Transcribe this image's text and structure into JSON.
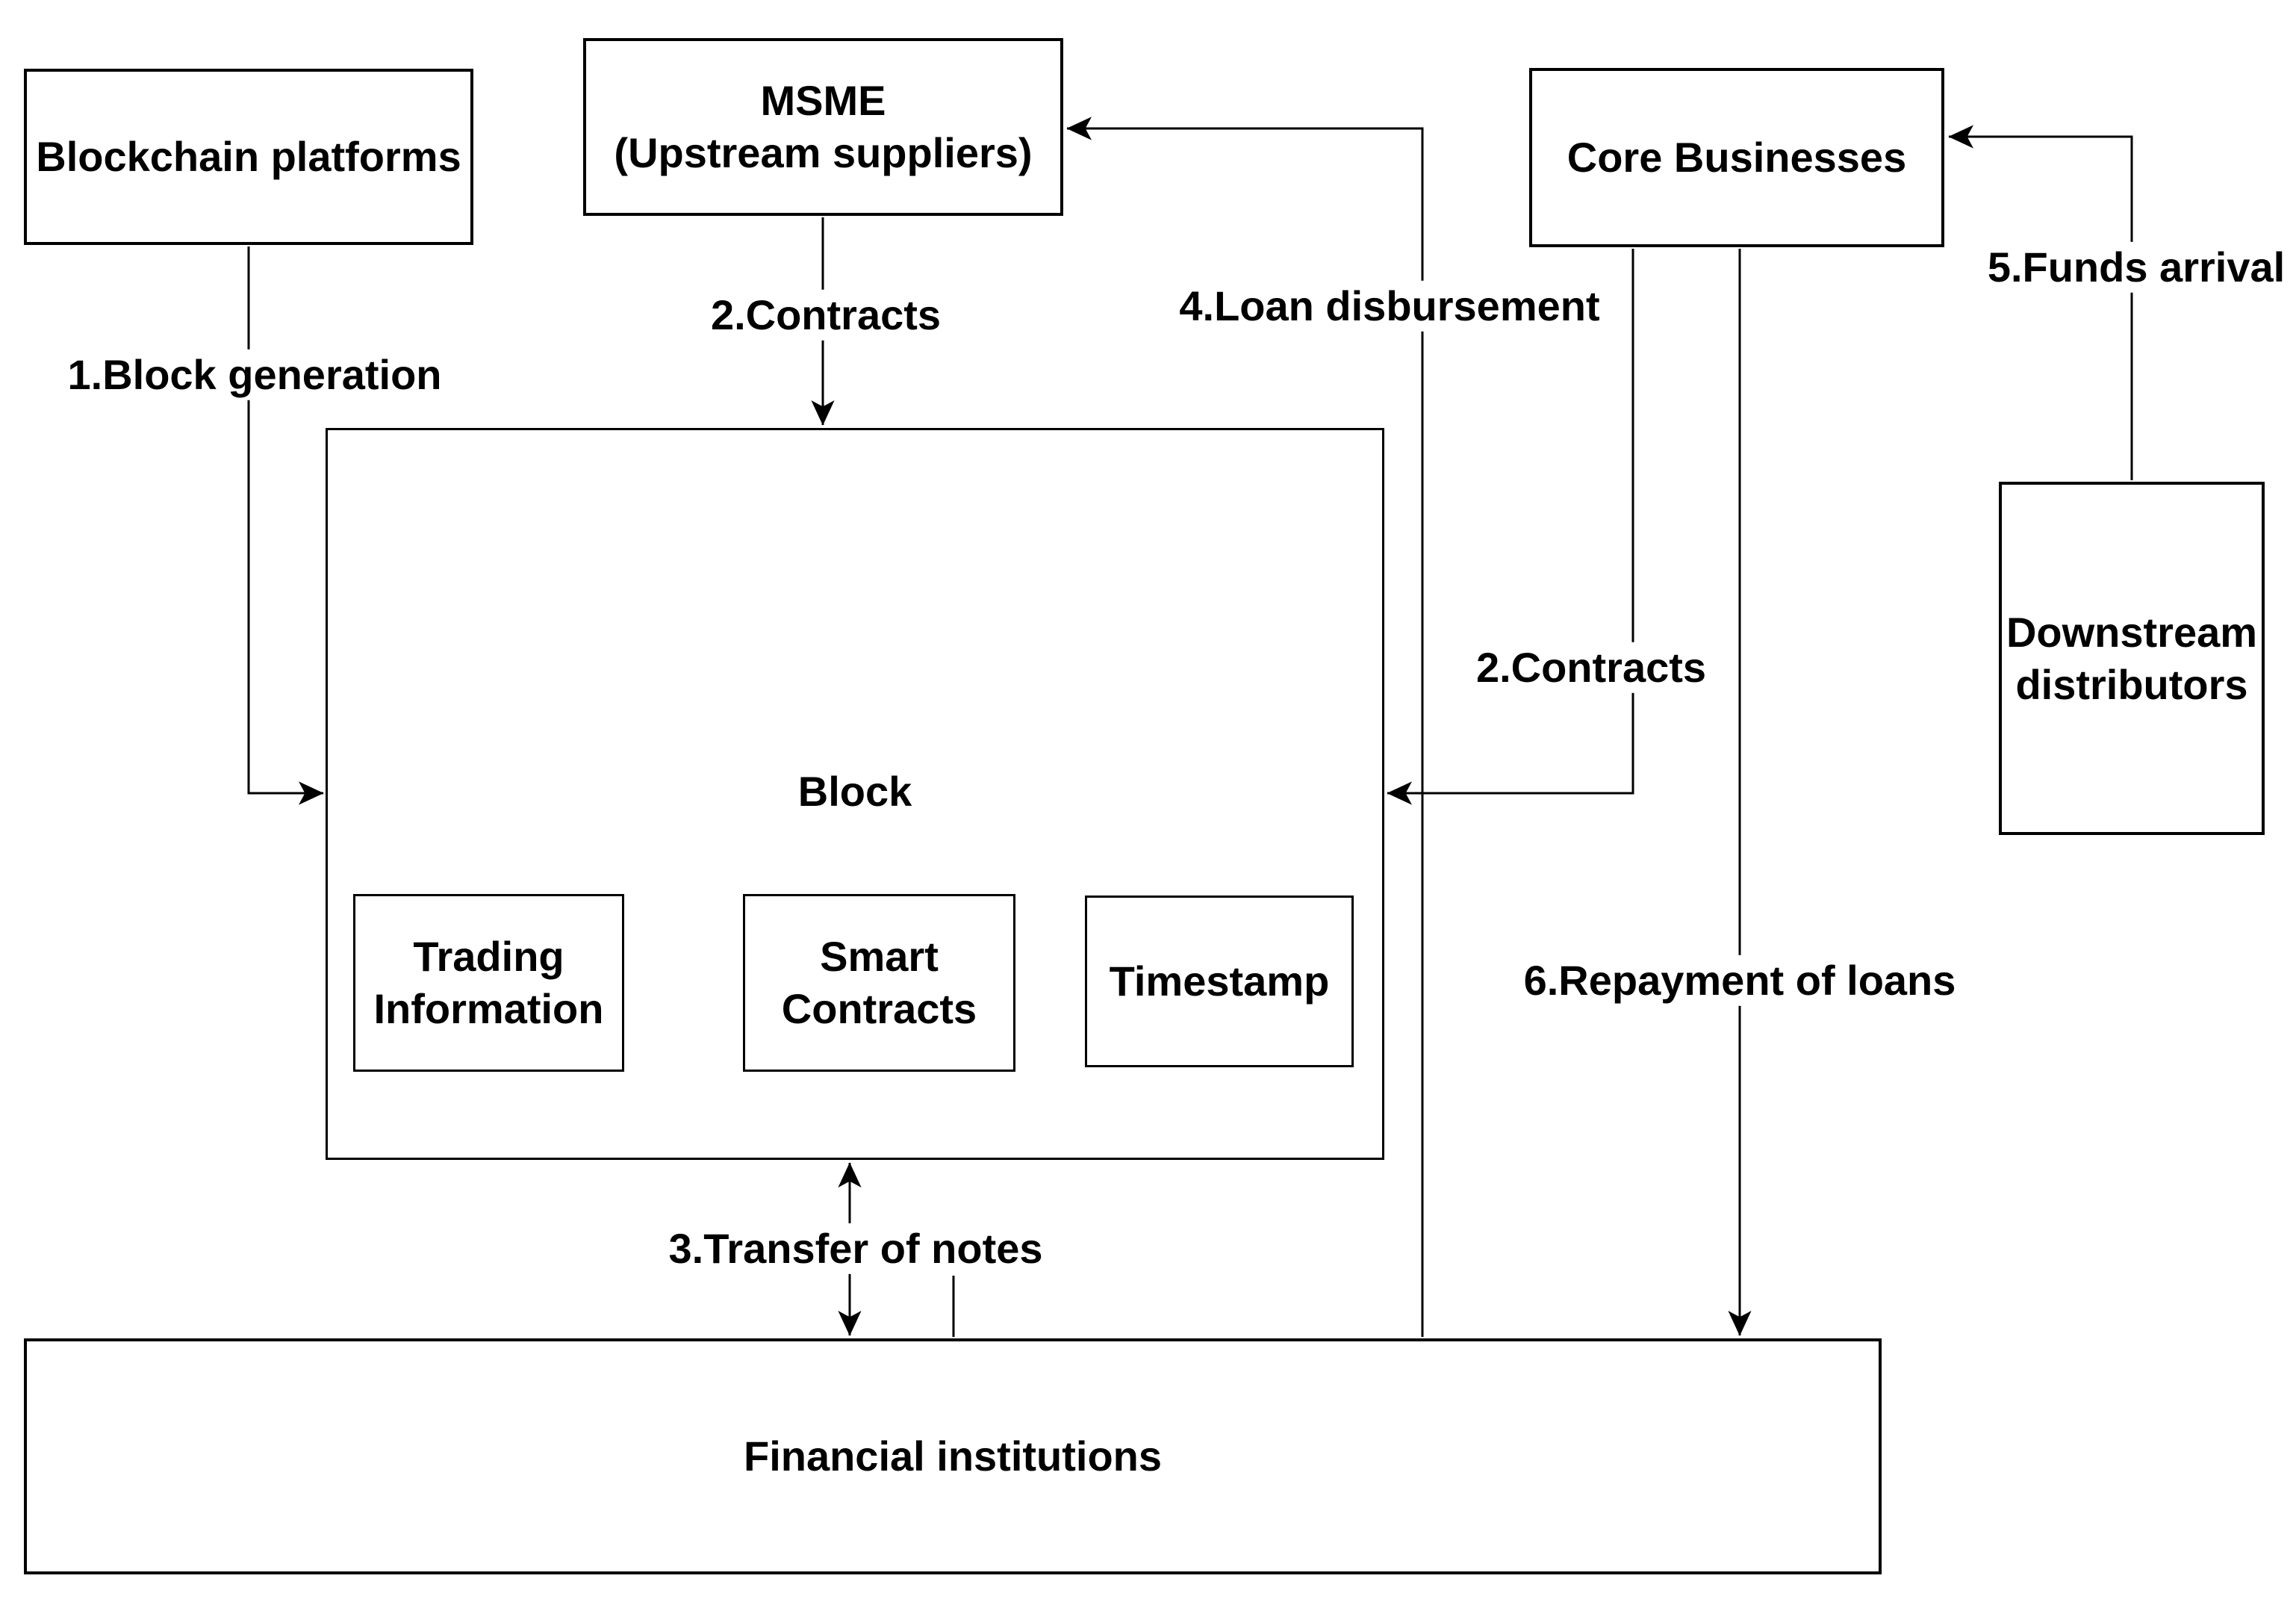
{
  "diagram": {
    "nodes": {
      "blockchain_platforms": {
        "label": "Blockchain platforms"
      },
      "msme": {
        "label": "MSME\n(Upstream suppliers)"
      },
      "core_businesses": {
        "label": "Core Businesses"
      },
      "downstream_distributors": {
        "label": "Downstream\ndistributors"
      },
      "block": {
        "label": "Block"
      },
      "trading_information": {
        "label": "Trading\nInformation"
      },
      "smart_contracts": {
        "label": "Smart\nContracts"
      },
      "timestamp": {
        "label": "Timestamp"
      },
      "financial_institutions": {
        "label": "Financial institutions"
      }
    },
    "edge_labels": {
      "block_generation": "1.Block generation",
      "contracts_msme_to_block": "2.Contracts",
      "transfer_of_notes": "3.Transfer of notes",
      "loan_disbursement": "4.Loan disbursement",
      "funds_arrival": "5.Funds arrival",
      "contracts_core_to_block": "2.Contracts",
      "repayment_of_loans": "6.Repayment of loans"
    },
    "colors": {
      "stroke": "#000000",
      "text": "#000000",
      "node_fill": "#ffffff",
      "background": "#ffffff"
    }
  }
}
